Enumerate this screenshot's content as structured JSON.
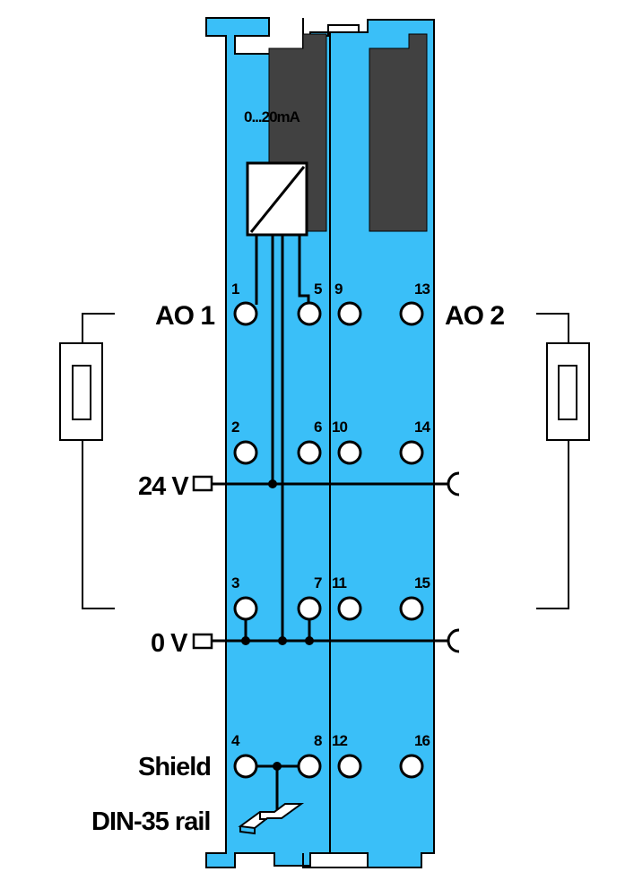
{
  "module": {
    "range_label": "0...20mA",
    "channel_labels": {
      "ao1": "AO 1",
      "ao2": "AO 2"
    },
    "supply_labels": {
      "plus": "24 V",
      "minus": "0 V"
    },
    "shield_label": "Shield",
    "rail_label": "DIN-35 rail"
  },
  "terminals": {
    "t1": "1",
    "t2": "2",
    "t3": "3",
    "t4": "4",
    "t5": "5",
    "t6": "6",
    "t7": "7",
    "t8": "8",
    "t9": "9",
    "t10": "10",
    "t11": "11",
    "t12": "12",
    "t13": "13",
    "t14": "14",
    "t15": "15",
    "t16": "16"
  },
  "colors": {
    "housing": "#3ABFF8",
    "housing_outline": "#000000",
    "connector": "#414141",
    "terminal": "#FFFFFF"
  },
  "icons": [
    "converter-icon",
    "resistor-icon",
    "ground-rail-icon"
  ]
}
